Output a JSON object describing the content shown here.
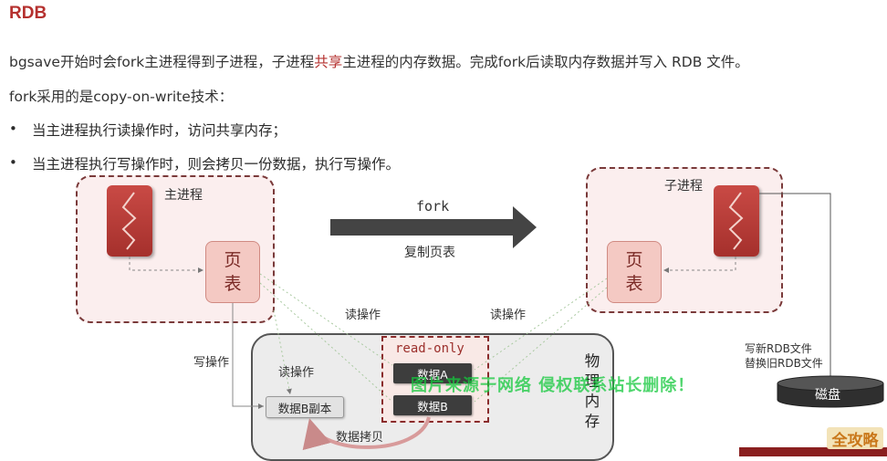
{
  "title": "RDB",
  "line1": {
    "part1": "bgsave开始时会fork主进程得到子进程，子进程",
    "highlight": "共享",
    "part2": "主进程的内存数据。完成fork后读取内存数据并写入 RDB 文件。"
  },
  "line2": "fork采用的是copy-on-write技术：",
  "bullets": [
    "当主进程执行读操作时，访问共享内存；",
    "当主进程执行写操作时，则会拷贝一份数据，执行写操作。"
  ],
  "diagram": {
    "main_process_label": "主进程",
    "child_process_label": "子进程",
    "page_table_char1": "页",
    "page_table_char2": "表",
    "fork_label": "fork",
    "copy_page_table_label": "复制页表",
    "read_op_left": "读操作",
    "read_op_right": "读操作",
    "read_op_inner": "读操作",
    "write_op": "写操作",
    "read_only": "read-only",
    "data_a": "数据A",
    "data_b": "数据B",
    "data_b_copy": "数据B副本",
    "data_copy": "数据拷贝",
    "physical_memory": [
      "物",
      "理",
      "内",
      "存"
    ],
    "write_new_rdb": "写新RDB文件",
    "replace_old_rdb": "替换旧RDB文件",
    "disk": "磁盘"
  },
  "watermark": "图片来源于网络 侵权联系站长删除！",
  "logo_text": "全攻略",
  "colors": {
    "accent": "#b5312f",
    "watermark": "#14c83c"
  }
}
